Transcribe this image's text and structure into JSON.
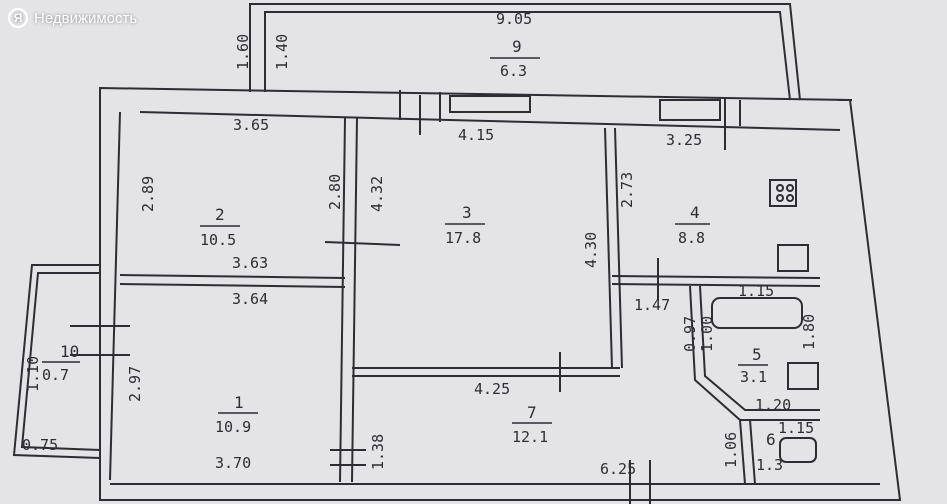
{
  "watermark": {
    "logo_glyph": "Я",
    "text": "Недвижимость"
  },
  "rooms": [
    {
      "id": "1",
      "area": "10.9"
    },
    {
      "id": "2",
      "area": "10.5"
    },
    {
      "id": "3",
      "area": "17.8"
    },
    {
      "id": "4",
      "area": "8.8"
    },
    {
      "id": "5",
      "area": "3.1"
    },
    {
      "id": "6",
      "area": "1.3"
    },
    {
      "id": "7",
      "area": "12.1"
    },
    {
      "id": "9",
      "area": "6.3"
    },
    {
      "id": "10",
      "area": "0.7"
    }
  ],
  "dimensions": {
    "balcony_len": "9.05",
    "balcony_w1": "1.60",
    "balcony_w2": "1.40",
    "r2_top": "3.65",
    "r2_height": "2.89",
    "r2_bottom": "3.63",
    "r2_right": "2.80",
    "r3_top": "4.15",
    "r3_left": "4.32",
    "r3_right": "4.30",
    "r4_top": "3.25",
    "r4_left": "2.73",
    "r1_top": "3.64",
    "r1_left": "2.97",
    "r1_bottom": "3.70",
    "r7_top": "4.25",
    "r7_left": "1.38",
    "r7_bottom": "6.25",
    "hall_1_47": "1.47",
    "bath_top": "1.15",
    "bath_right": "1.80",
    "bath_left_a": "0.97",
    "bath_left_b": "1.00",
    "bath_bottom": "1.20",
    "wc_top": "1.15",
    "wc_left": "1.06",
    "loggia_h": "1.10",
    "loggia_w": "0.75"
  },
  "colors": {
    "paper": "#e4e4e7",
    "ink": "#2d2d33"
  }
}
